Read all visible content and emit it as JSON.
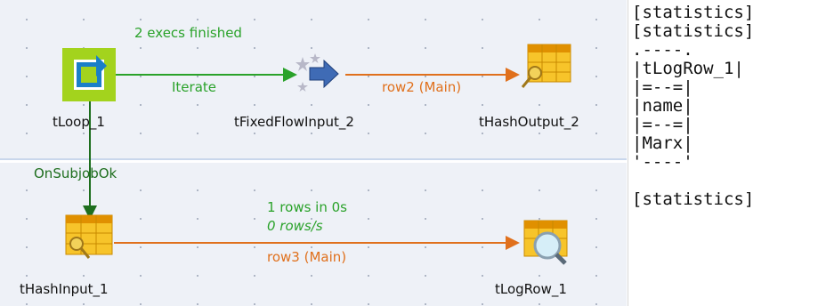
{
  "canvas": {
    "subjob1": {
      "status": "2 execs finished",
      "components": {
        "loop": "tLoop_1",
        "fixed_flow": "tFixedFlowInput_2",
        "hash_output": "tHashOutput_2"
      },
      "links": {
        "iterate": "Iterate",
        "row2": "row2 (Main)"
      }
    },
    "trigger": "OnSubjobOk",
    "subjob2": {
      "components": {
        "hash_input": "tHashInput_1",
        "log_row": "tLogRow_1"
      },
      "links": {
        "rows_count": "1 rows in 0s",
        "rows_rate": "0 rows/s",
        "row3": "row3 (Main)"
      }
    }
  },
  "console": {
    "lines": [
      "[statistics]",
      "[statistics]",
      ".----.",
      "|tLogRow_1|",
      "|=--=|",
      "|name|",
      "|=--=|",
      "|Marx|",
      "'----'",
      "",
      "[statistics]"
    ]
  },
  "colors": {
    "trigger_green": "#2aa22a",
    "row_orange": "#e0701c",
    "subjob_bg": "#eef1f7"
  }
}
